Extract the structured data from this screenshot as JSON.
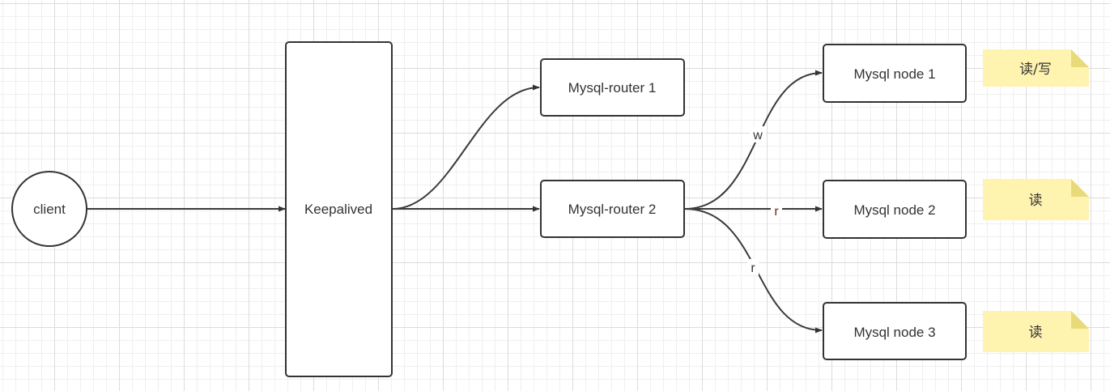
{
  "nodes": {
    "client": "client",
    "keepalived": "Keepalived",
    "router1": "Mysql-router 1",
    "router2": "Mysql-router 2",
    "node1": "Mysql node 1",
    "node2": "Mysql node 2",
    "node3": "Mysql node 3"
  },
  "edges": {
    "w_label": "w",
    "r2_label": "r",
    "r3_label": "r"
  },
  "notes": {
    "note1": "读/写",
    "note2": "读",
    "note3": "读"
  },
  "colors": {
    "stroke": "#333333",
    "note_fill": "#fff3b0",
    "grid": "#dcdcdc"
  }
}
